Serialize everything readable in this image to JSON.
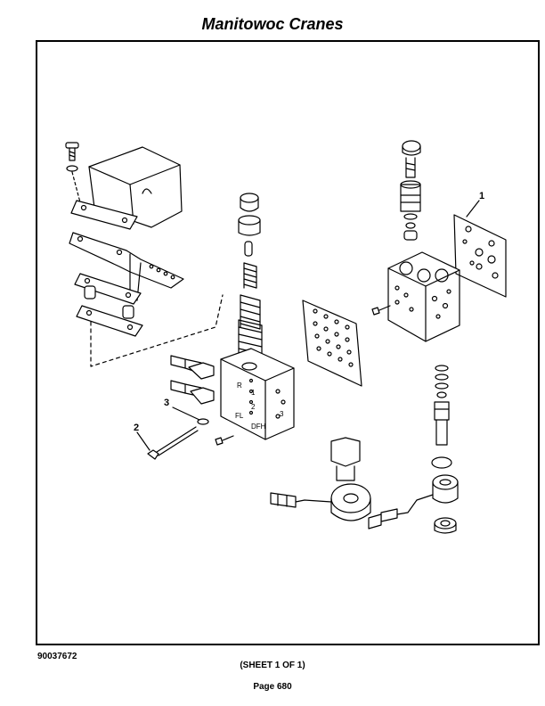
{
  "header": {
    "title": "Manitowoc Cranes"
  },
  "diagram": {
    "callouts": [
      "1",
      "2",
      "3"
    ],
    "block_marks": [
      "R",
      "1",
      "2",
      "3",
      "FL",
      "DFH"
    ]
  },
  "footer": {
    "doc_number": "90037672",
    "sheet": "(SHEET 1 OF 1)",
    "page": "Page 680"
  }
}
